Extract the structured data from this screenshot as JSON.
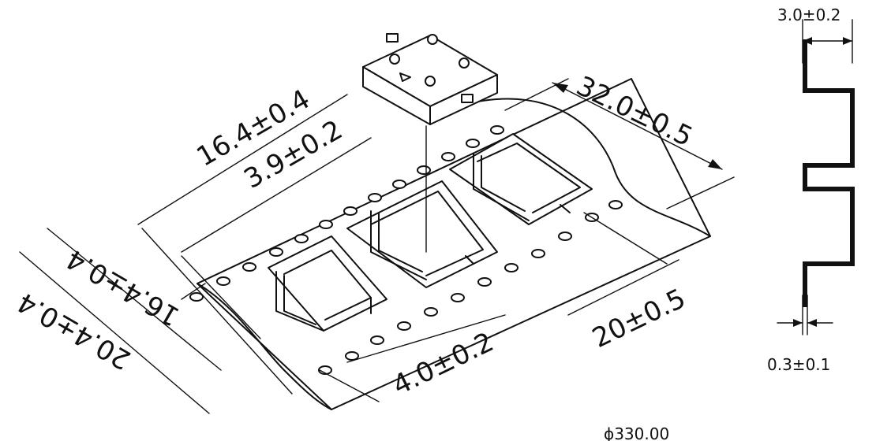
{
  "dimensions": {
    "tape_width_overall": "32.0±0.5",
    "cover_tape_width": "16.4±0.4",
    "sprocket_to_pocket": "3.9±0.2",
    "reel_width_a": "16.4±0.4",
    "reel_width_b": "20.4±0.4",
    "pocket_pitch": "20±0.5",
    "sprocket_pitch": "4.0±0.2",
    "pocket_depth": "3.0±0.2",
    "tape_thickness": "0.3±0.1",
    "reel_diameter": "ɸ330.00"
  }
}
